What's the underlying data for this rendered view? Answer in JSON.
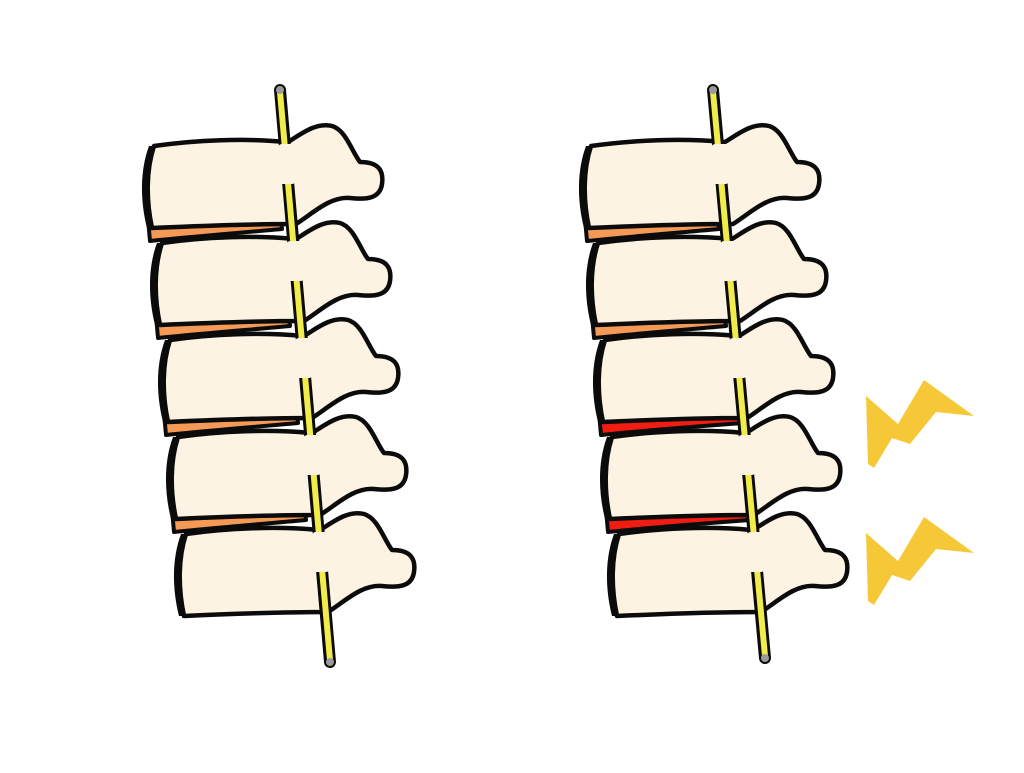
{
  "colors": {
    "background": "#ffffff",
    "bone": "#fcf3e3",
    "outline": "#0b0b0b",
    "nerve": "#f2ec4a",
    "nerve_tip": "#9a9a9a",
    "disc_normal": "#f59a56",
    "disc_damaged": "#f21d12",
    "pain": "#f6c838"
  },
  "spines": [
    {
      "id": "normal",
      "vertebra_count": 5,
      "disc_states": [
        "normal",
        "normal",
        "normal",
        "normal"
      ],
      "pain_marks": 0
    },
    {
      "id": "damaged",
      "vertebra_count": 5,
      "disc_states": [
        "normal",
        "normal",
        "damaged",
        "damaged"
      ],
      "pain_marks": 2
    }
  ],
  "icons": {
    "pain": "lightning-bolt-icon"
  }
}
